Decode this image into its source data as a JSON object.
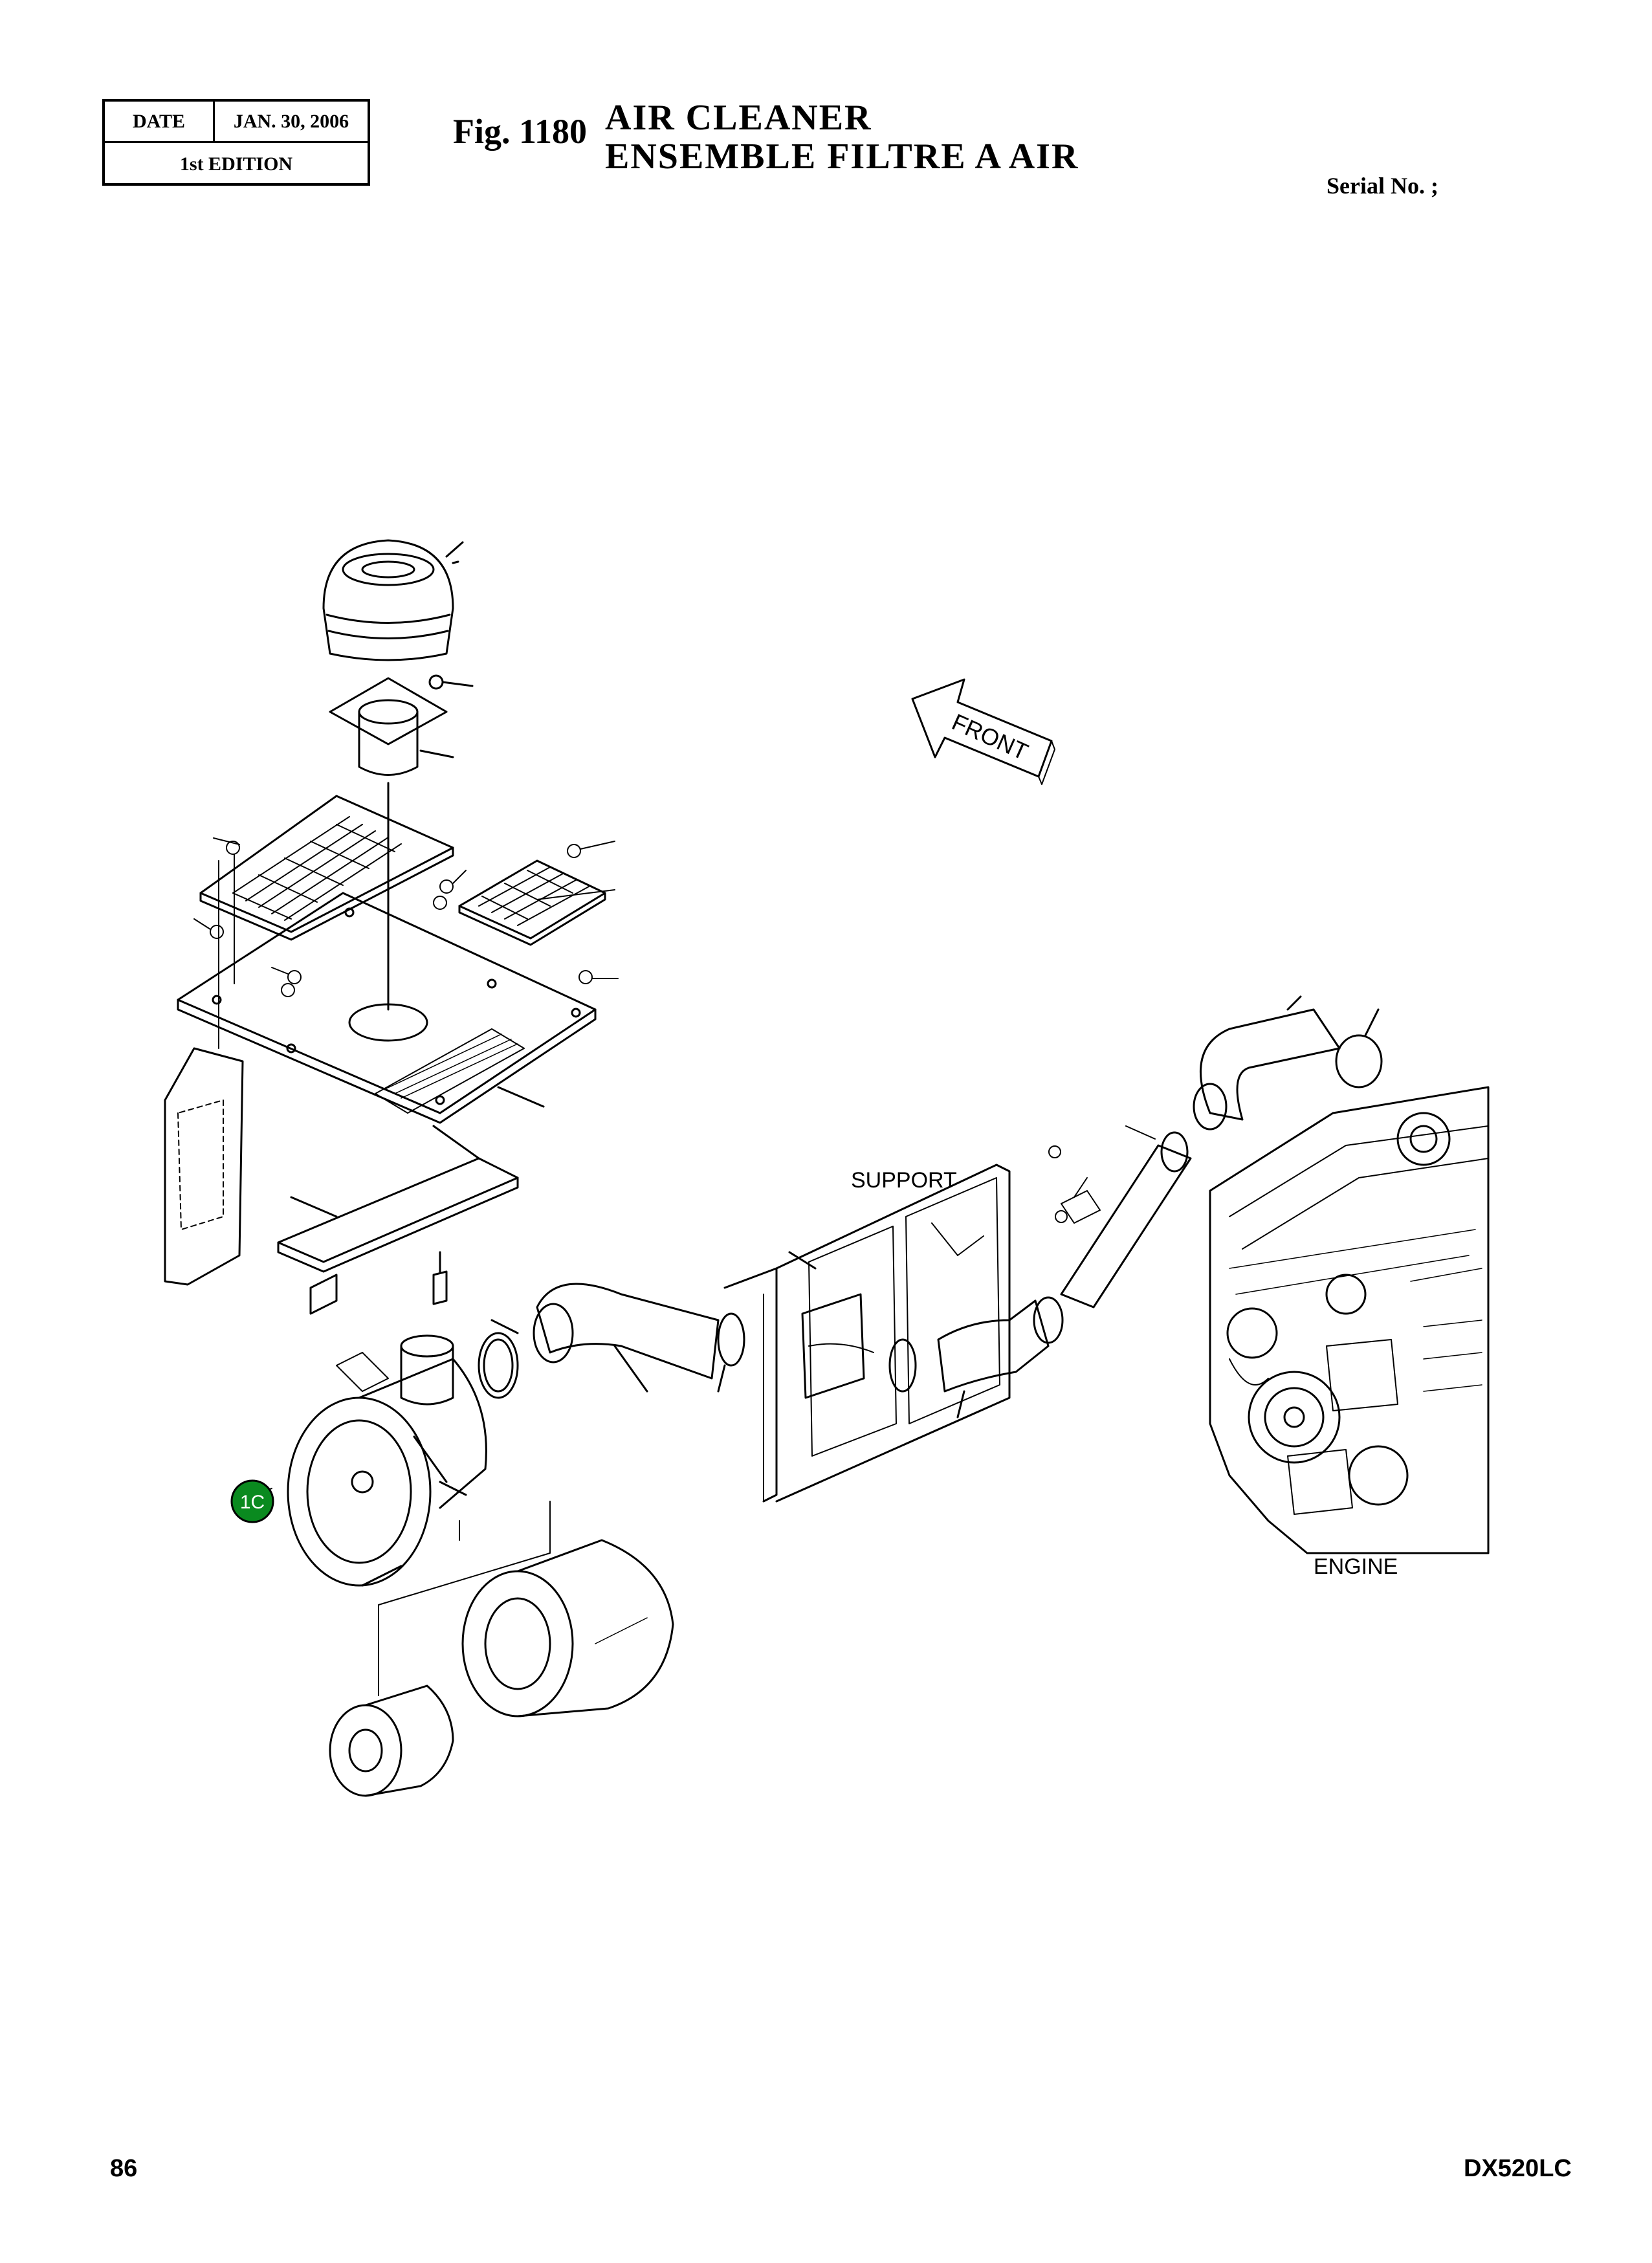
{
  "header": {
    "date_label": "DATE",
    "date_value": "JAN. 30, 2006",
    "edition": "1st EDITION",
    "fig_number": "Fig. 1180",
    "title_en": "AIR  CLEANER",
    "title_fr": "ENSEMBLE  FILTRE  A  AIR",
    "serial": "Serial No. ;"
  },
  "diagram": {
    "front_arrow": "FRONT",
    "support_label": "SUPPORT",
    "engine_label": "ENGINE",
    "callout": "1C",
    "colors": {
      "callout_fill": "#0a8a1f",
      "line": "#000000"
    }
  },
  "footer": {
    "page_number": "86",
    "model": "DX520LC"
  }
}
